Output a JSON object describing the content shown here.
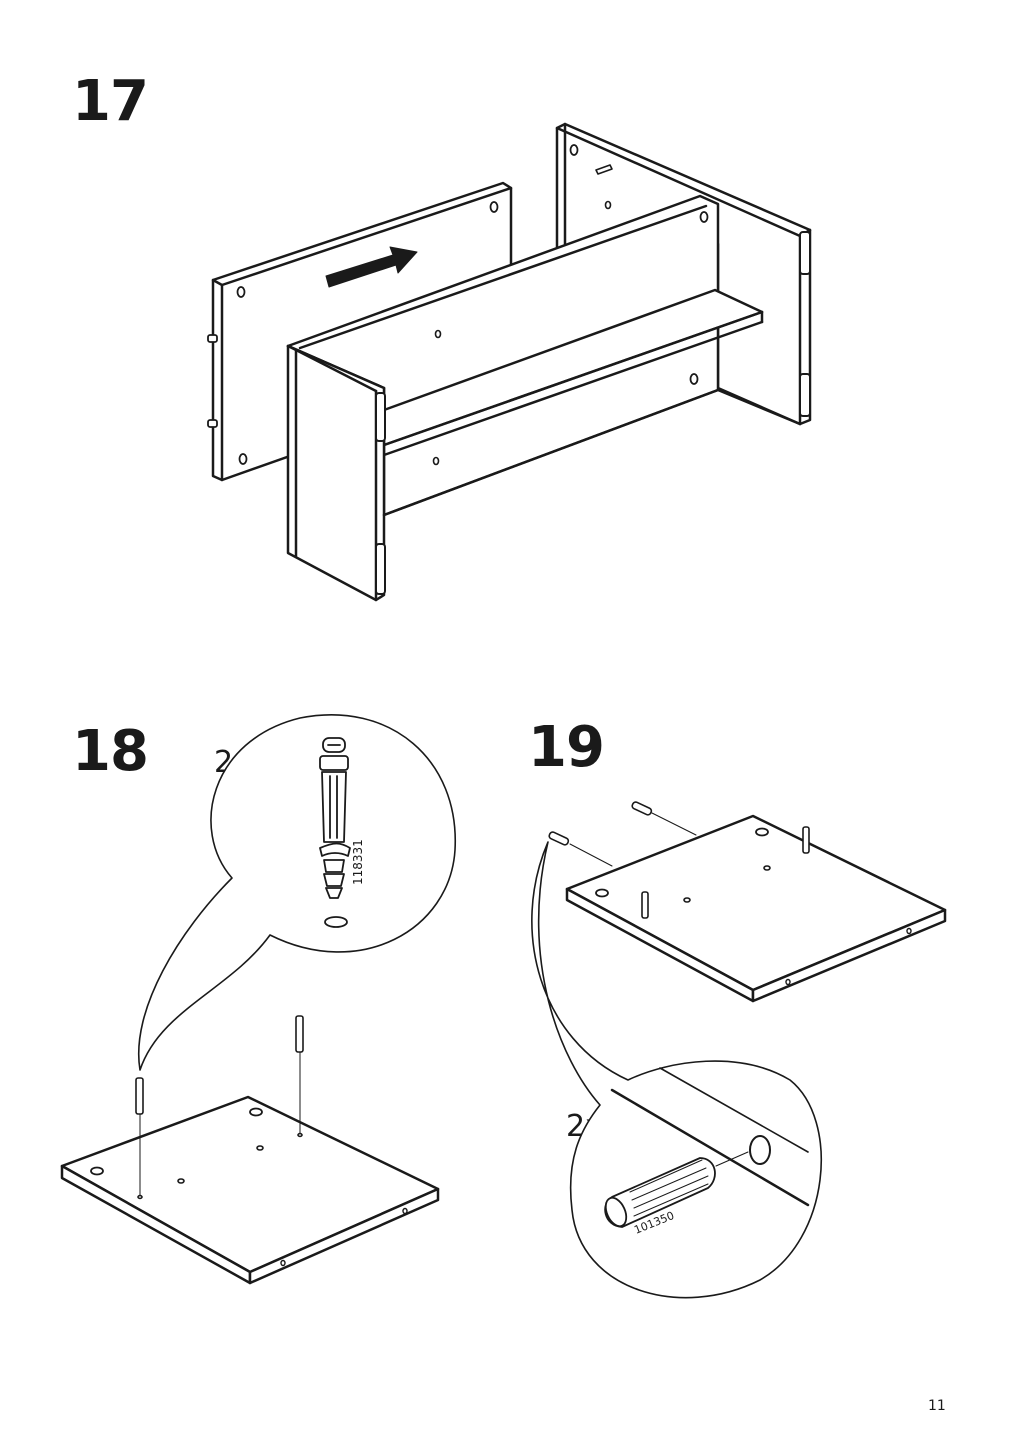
{
  "steps": [
    {
      "number": "17"
    },
    {
      "number": "18",
      "quantity": "2x",
      "part_number": "118331"
    },
    {
      "number": "19",
      "quantity": "2x",
      "part_number": "101350"
    }
  ],
  "page_number": "11"
}
